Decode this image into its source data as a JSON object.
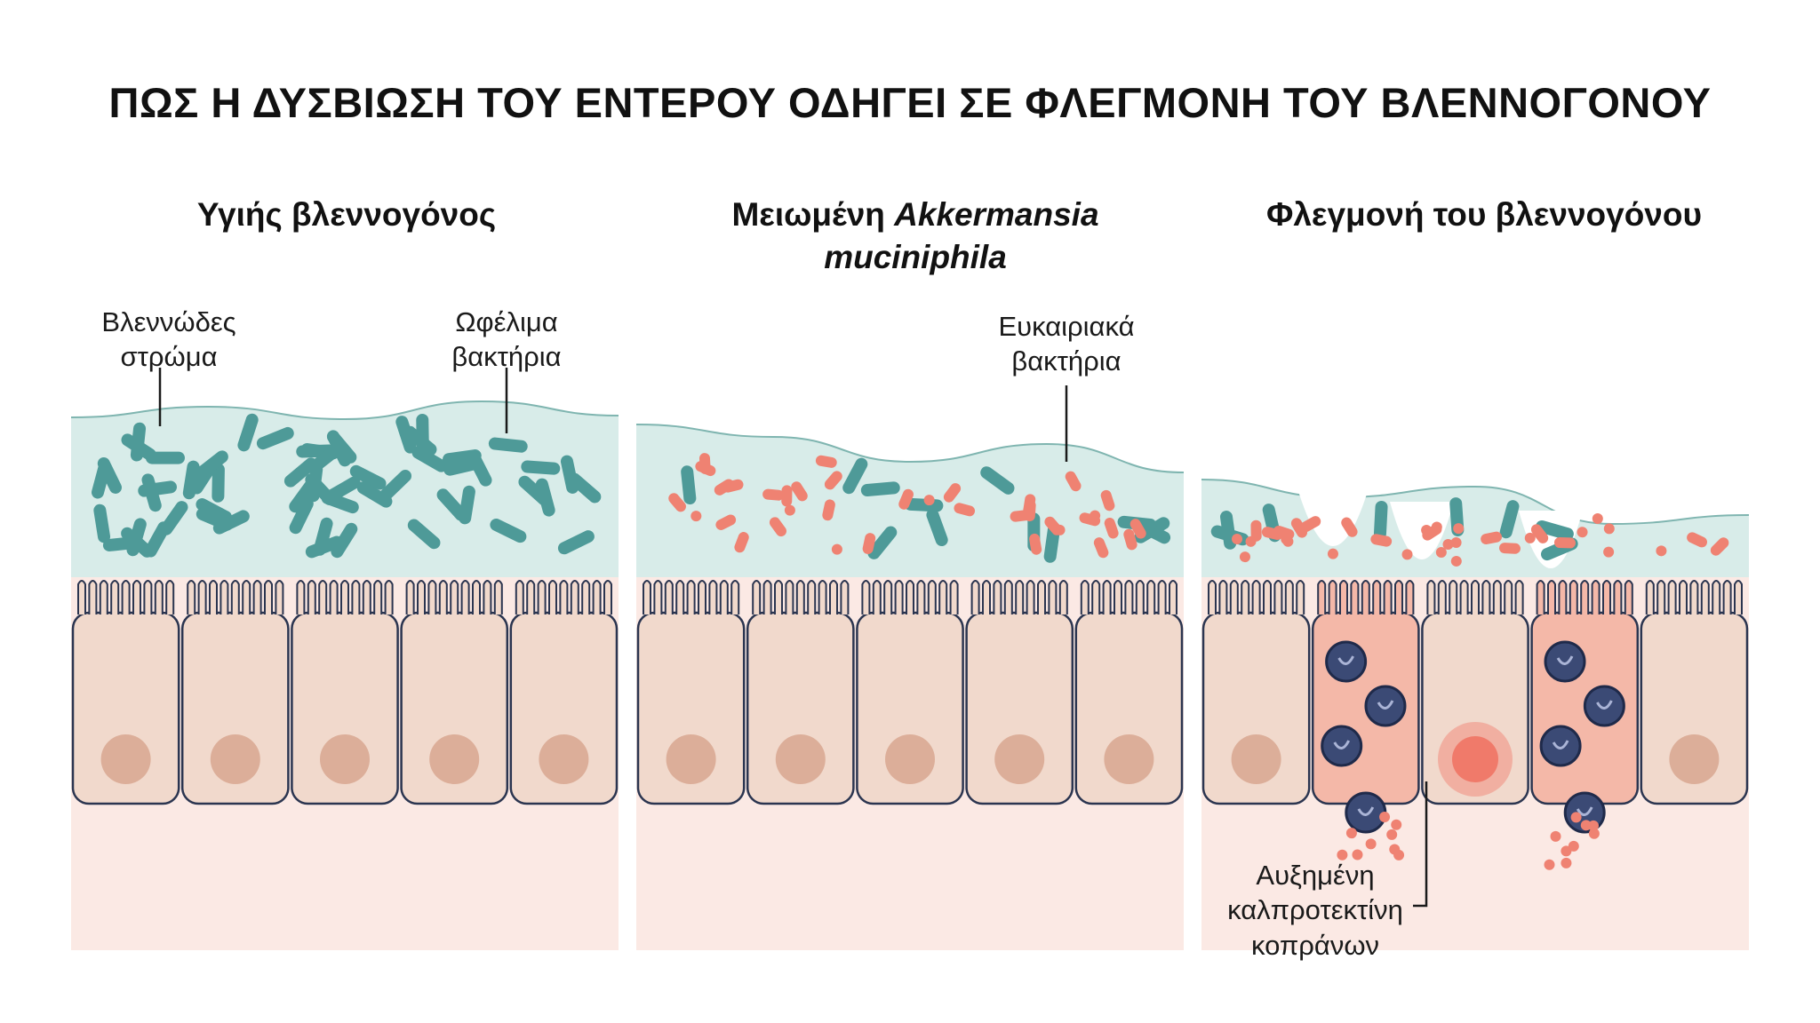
{
  "title": "ΠΩΣ Η ΔΥΣΒΙΩΣΗ ΤΟΥ ΕΝΤΕΡΟΥ ΟΔΗΓΕΙ ΣΕ ΦΛΕΓΜΟΝΗ ΤΟΥ ΒΛΕΝΝΟΓΟΝΟΥ",
  "panels": [
    {
      "title": "Υγιής βλεννογόνος"
    },
    {
      "title_prefix": "Μειωμένη ",
      "title_italic_1": "Akkermansia",
      "title_italic_2": "muciniphila"
    },
    {
      "title": "Φλεγμονή του βλεννογόνου"
    }
  ],
  "labels": {
    "mucus_1": "Βλεννώδες",
    "mucus_2": "στρώμα",
    "beneficial_1": "Ωφέλιμα",
    "beneficial_2": "βακτήρια",
    "opportunistic_1": "Ευκαιριακά",
    "opportunistic_2": "βακτήρια",
    "calpro_1": "Αυξημένη",
    "calpro_2": "καλπροτεκτίνη",
    "calpro_3": "κοπράνων"
  },
  "colors": {
    "mucus": "#d8ece9",
    "mucus_edge": "#7fb5b0",
    "beneficial": "#4e9a98",
    "opportunistic": "#ef8272",
    "cell": "#f1d9cc",
    "cell_inflamed": "#f4b8a8",
    "outline": "#2b3550",
    "lamina": "#fbe9e4",
    "nucleus": "#dcae99",
    "immune": "#3b4a75"
  }
}
